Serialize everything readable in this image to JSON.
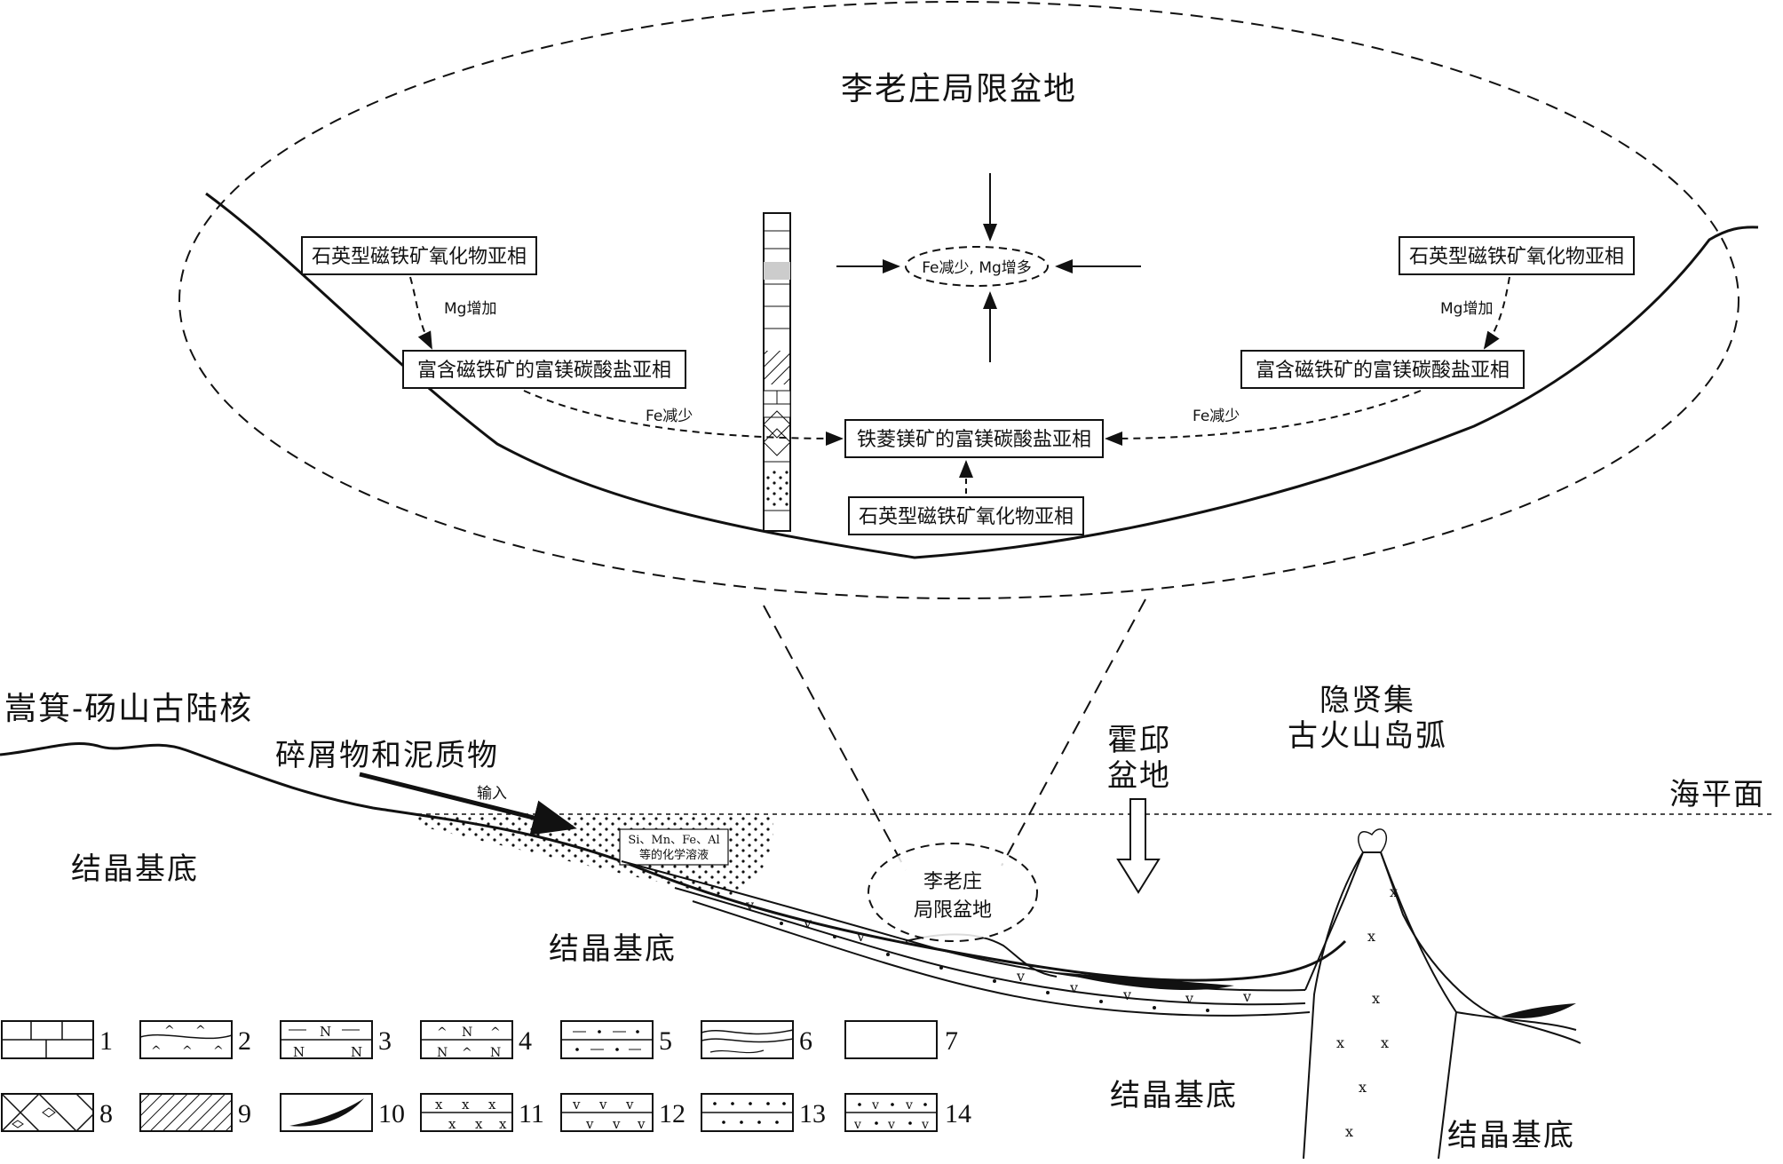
{
  "title": "李老庄局限盆地",
  "boxes": {
    "left_top": "石英型磁铁矿氧化物亚相",
    "left_mid": "富含磁铁矿的富镁碳酸盐亚相",
    "right_top": "石英型磁铁矿氧化物亚相",
    "right_mid": "富含磁铁矿的富镁碳酸盐亚相",
    "center": "铁菱镁矿的富镁碳酸盐亚相",
    "bottom": "石英型磁铁矿氧化物亚相",
    "ellipse_center": "Fe减少, Mg增多"
  },
  "arrow_labels": {
    "mg_left": "Mg增加",
    "mg_right": "Mg增加",
    "fe_left": "Fe减少",
    "fe_right": "Fe减少"
  },
  "section": {
    "continent": "嵩箕-砀山古陆核",
    "detritus": "碎屑物和泥质物",
    "input": "输入",
    "solution_line1": "Si、Mn、Fe、Al",
    "solution_line2": "等的化学溶液",
    "basement_1": "结晶基底",
    "basement_2": "结晶基底",
    "basement_3": "结晶基底",
    "basement_4": "结晶基底",
    "lilaozhuang_line1": "李老庄",
    "lilaozhuang_line2": "局限盆地",
    "huoqiu_line1": "霍邱",
    "huoqiu_line2": "盆地",
    "arc_line1": "隐贤集",
    "arc_line2": "古火山岛弧",
    "sea_level": "海平面"
  },
  "legend": [
    "1",
    "2",
    "3",
    "4",
    "5",
    "6",
    "7",
    "8",
    "9",
    "10",
    "11",
    "12",
    "13",
    "14"
  ]
}
